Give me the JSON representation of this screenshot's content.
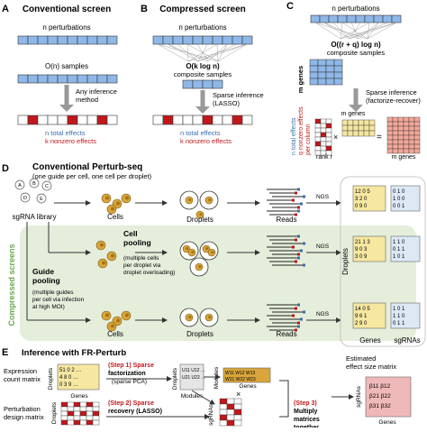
{
  "panels": {
    "a": {
      "letter": "A",
      "title": "Conventional screen",
      "perturbations": "n perturbations",
      "samples": "O(n) samples",
      "method": [
        "Any inference",
        "method"
      ],
      "effects": [
        "n total effects",
        "k nonzero effects"
      ]
    },
    "b": {
      "letter": "B",
      "title": "Compressed screen",
      "perturbations": "n perturbations",
      "samples": [
        "O(k log n)",
        "composite samples"
      ],
      "method": [
        "Sparse inference",
        "(LASSO)"
      ],
      "effects": [
        "n total effects",
        "k nonzero effects"
      ]
    },
    "c": {
      "letter": "C",
      "perturbations": "n perturbations",
      "samples": [
        "O((r + q) log n)",
        "composite samples"
      ],
      "genes": "m genes",
      "method": [
        "Sparse inference",
        "(factorize-recover)"
      ],
      "effects": [
        "n total effects",
        "q nonzero effects",
        "per column"
      ],
      "rank": "rank r",
      "times": "×",
      "equals": "="
    },
    "d": {
      "letter": "D",
      "title": "Conventional Perturb-seq",
      "subtitle": "(one guide per cell, one cell per droplet)",
      "library": "sgRNA library",
      "cells": "Cells",
      "droplets": "Droplets",
      "reads": "Reads",
      "ngs": "NGS",
      "compressed_label": "Compressed screens",
      "guide_pooling": [
        "Guide",
        "pooling"
      ],
      "guide_desc": [
        "(multiple guides",
        "per cell via infection",
        "at high MOI)"
      ],
      "cell_pooling": [
        "Cell",
        "pooling"
      ],
      "cell_desc": [
        "(multiple cells",
        "per droplet via",
        "droplet overloading)"
      ],
      "droplets_side": "Droplets",
      "genes": "Genes",
      "sgrnas": "sgRNAs",
      "matrix1": [
        "12 0 5",
        "3 2 0",
        "0 9 0"
      ],
      "matrix2": [
        "21 1 3",
        "9 0 3",
        "3 0 9"
      ],
      "matrix3": [
        "14 0 5",
        "9 6 1",
        "2 9 0"
      ],
      "bin1": [
        "0 1 0",
        "1 0 0",
        "0 0 1"
      ],
      "bin2": [
        "1 1 0",
        "0 1 1",
        "1 0 1"
      ],
      "bin3": [
        "1 0 1",
        "1 1 0",
        "0 1 1"
      ]
    },
    "e": {
      "letter": "E",
      "title": "Inference with FR-Perturb",
      "expression": [
        "Expression",
        "count matrix"
      ],
      "design": [
        "Perturbation",
        "design matrix"
      ],
      "droplets": "Droplets",
      "genes": "Genes",
      "sgrnas": "sgRNAs",
      "modules": "Modules",
      "step1": [
        "(Step 1) Sparse",
        "factorization",
        "(sparse PCA)"
      ],
      "step2": [
        "(Step 2) Sparse",
        "recovery (LASSO)"
      ],
      "step3": [
        "(Step 3)",
        "Multiply",
        "matrices",
        "together"
      ],
      "estimated": [
        "Estimated",
        "effect size matrix"
      ],
      "expr_vals": [
        "51 0 2 …",
        "4 8 0 …",
        "0 3 9 …"
      ],
      "u_vals": [
        "U11 U12 …",
        "U21 U22 …"
      ],
      "w_vals": [
        "W11 W12 W13",
        "W21 W22 W23"
      ],
      "beta_vals": [
        "β11 β12",
        "β21 β22",
        "β31 β32"
      ]
    }
  },
  "colors": {
    "blue": "#8fb8e8",
    "blue_dark": "#3a6fb0",
    "red": "#c0171b",
    "yellow": "#f6e7a1",
    "gold": "#d9a53c",
    "green_bg": "#e4eedb",
    "salmon": "#f3a899",
    "pink": "#f0b9b9"
  }
}
